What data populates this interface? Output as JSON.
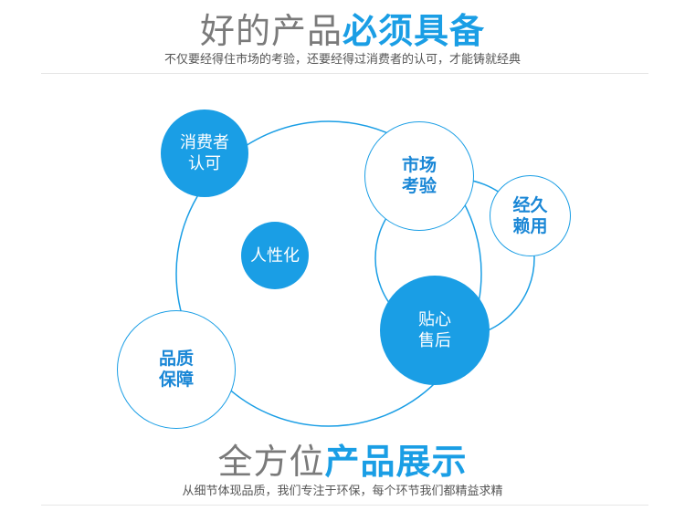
{
  "header": {
    "title_light": "好的产品",
    "title_bold": "必须具备",
    "subtitle": "不仅要经得住市场的考验，还要经得过消费者的认可，才能铸就经典"
  },
  "diagram": {
    "nodes": [
      {
        "id": "consumer",
        "lines": [
          "消费者",
          "认可"
        ],
        "style": "filled"
      },
      {
        "id": "market",
        "lines": [
          "市场",
          "考验"
        ],
        "style": "outlined"
      },
      {
        "id": "durable",
        "lines": [
          "经久",
          "赖用"
        ],
        "style": "outlined"
      },
      {
        "id": "human",
        "lines": [
          "人性化"
        ],
        "style": "filled"
      },
      {
        "id": "service",
        "lines": [
          "贴心",
          "售后"
        ],
        "style": "filled"
      },
      {
        "id": "quality",
        "lines": [
          "品质",
          "保障"
        ],
        "style": "outlined"
      }
    ]
  },
  "footer": {
    "title_light": "全方位",
    "title_bold": "产品展示",
    "subtitle": "从细节体现品质，我们专注于环保，每个环节我们都精益求精"
  },
  "colors": {
    "accent": "#1a9ee5",
    "gray_title": "#7a7a7a",
    "divider": "#e6e6e6"
  }
}
